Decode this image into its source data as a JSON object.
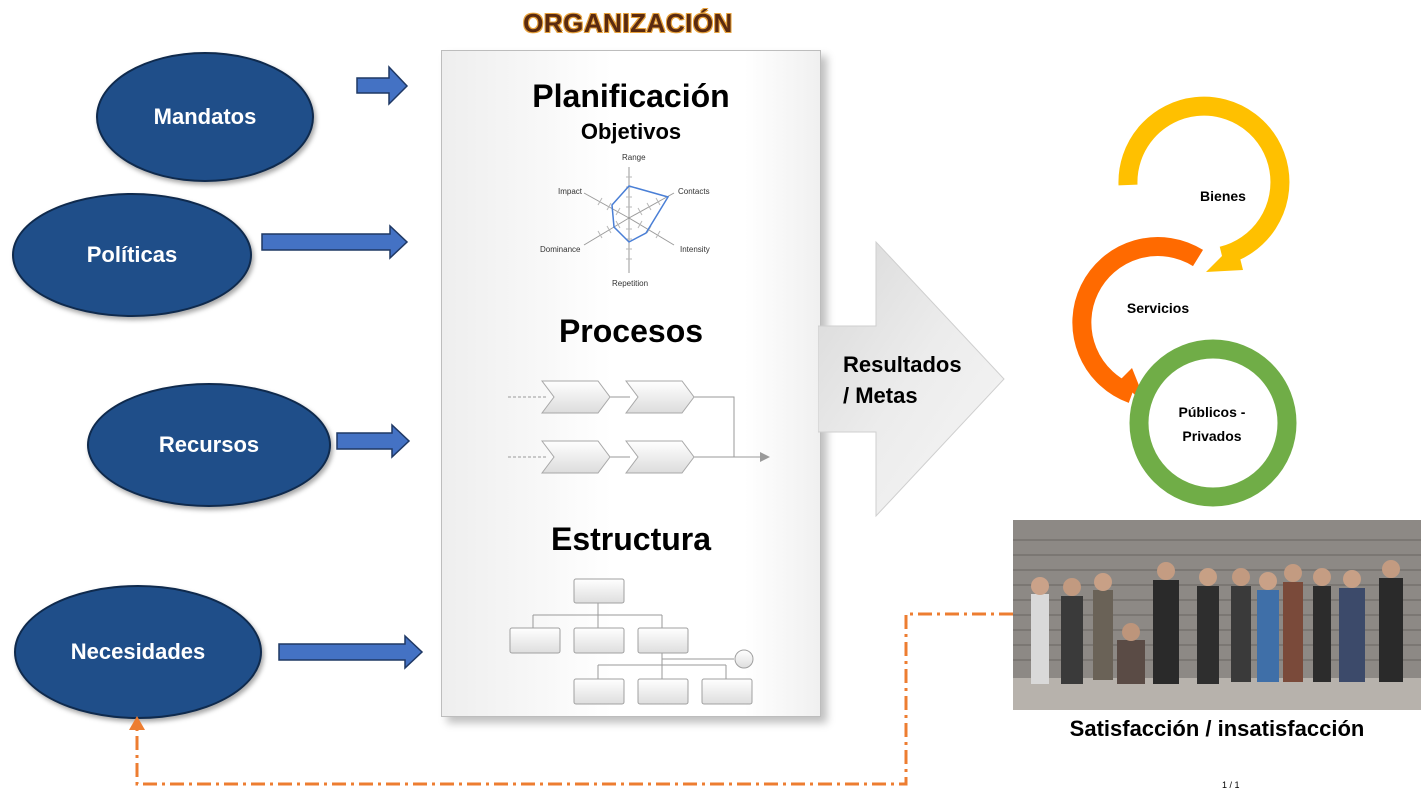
{
  "organization": {
    "title": "ORGANIZACIÓN",
    "planificacion": "Planificación",
    "objetivos": "Objetivos",
    "procesos": "Procesos",
    "estructura": "Estructura",
    "radar_axes": [
      "Range",
      "Contacts",
      "Intensity",
      "Repetition",
      "Dominance",
      "Impact"
    ]
  },
  "inputs": [
    "Mandatos",
    "Políticas",
    "Recursos",
    "Necesidades"
  ],
  "output_arrow": {
    "line1": "Resultados",
    "line2": "/ Metas"
  },
  "cycle": {
    "items": [
      "Bienes",
      "Servicios",
      "Públicos -",
      "Privados"
    ],
    "colors": [
      "#ffc000",
      "#ff6a00",
      "#70ad47"
    ]
  },
  "feedback": {
    "caption": "Satisfacción / insatisfacción",
    "footnote": "1 / 1"
  },
  "colors": {
    "ellipse_fill": "#1f4e89",
    "arrow_fill": "#4472c4",
    "feedback_line": "#ed7d31"
  }
}
